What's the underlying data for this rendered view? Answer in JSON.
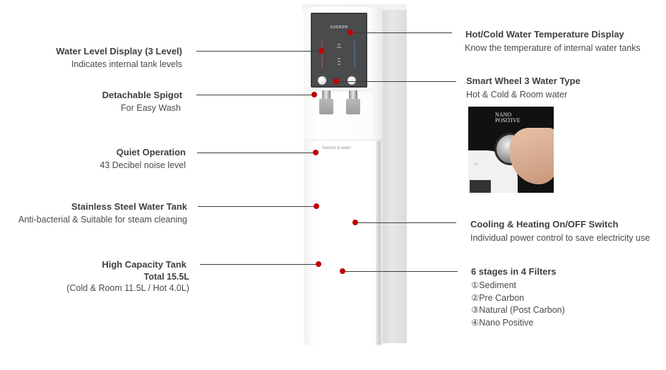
{
  "left_features": [
    {
      "title": "Water Level Display (3 Level)",
      "desc": [
        "Indicates internal tank levels"
      ]
    },
    {
      "title": "Detachable Spigot",
      "desc": [
        "For Easy Wash"
      ]
    },
    {
      "title": "Quiet Operation",
      "desc": [
        "43 Decibel noise level"
      ]
    },
    {
      "title": "Stainless Steel Water Tank",
      "desc": [
        "Anti-bacterial & Suitable for steam cleaning"
      ]
    },
    {
      "title": "High Capacity Tank",
      "desc": [
        "Total 15.5L",
        "(Cold & Room 11.5L  / Hot 4.0L)"
      ]
    }
  ],
  "right_features": [
    {
      "title": "Hot/Cold Water Temperature Display",
      "desc": [
        "Know the temperature of internal water tanks"
      ]
    },
    {
      "title": "Smart Wheel 3 Water Type",
      "desc": [
        "Hot & Cold & Room water"
      ]
    },
    {
      "title": "Cooling & Heating On/OFF Switch",
      "desc": [
        "Individual power control to save electricity use"
      ]
    },
    {
      "title": "6 stages in 4 Filters",
      "desc": [
        "①Sediment",
        "②Pre Carbon",
        "③Natural (Post Carbon)",
        "④Nano Positive"
      ]
    }
  ],
  "product": {
    "brand": "CUCKOO",
    "front_label": "Natural & water",
    "inset_brand_line1": "NANO",
    "inset_brand_line2": "POSITIVE",
    "inset_heat_label": "♨"
  },
  "colors": {
    "callout_dot": "#c00000",
    "callout_line": "#3c3c3c",
    "title_text": "#404040",
    "desc_text": "#4a4a4a"
  }
}
